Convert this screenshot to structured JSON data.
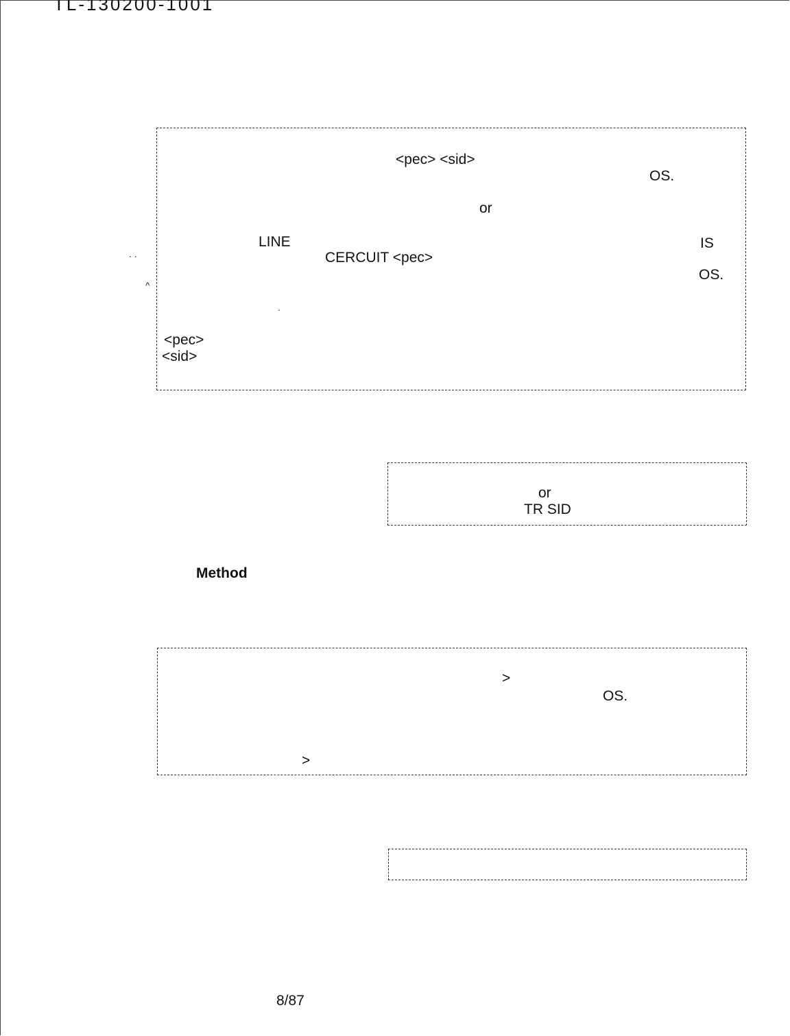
{
  "header": {
    "doc_number": "TL-130200-1001"
  },
  "box1": {
    "pec_sid": "<pec> <sid>",
    "os_1": "OS.",
    "or": "or",
    "line": "LINE",
    "is": "IS",
    "cercuit_pec": "CERCUIT <pec>",
    "os_2": "OS.",
    "pec": "<pec>",
    "sid": "<sid>"
  },
  "box2": {
    "or": "or",
    "tr_sid": "TR SID"
  },
  "method_heading": "Method",
  "box3": {
    "gt_1": ">",
    "os": "OS.",
    "gt_2": ">"
  },
  "footer": {
    "date": "8/87"
  }
}
